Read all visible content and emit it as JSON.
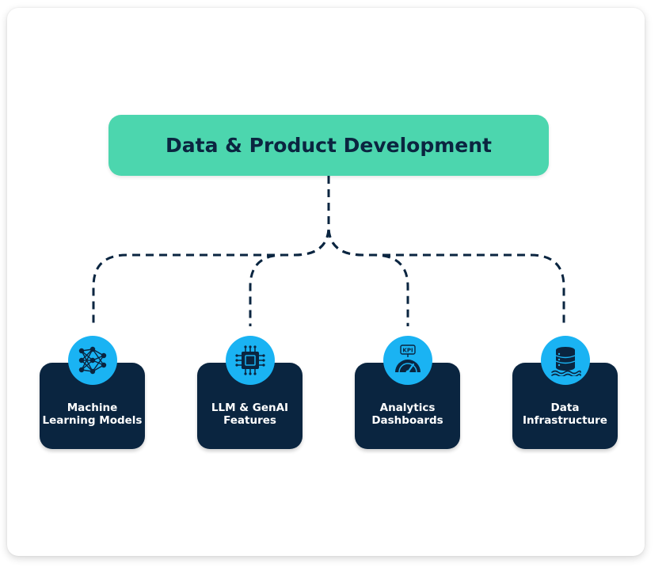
{
  "diagram": {
    "root": {
      "label": "Data & Product Development"
    },
    "children": [
      {
        "label": "Machine\nLearning Models",
        "icon": "neural-network-icon"
      },
      {
        "label": "LLM & GenAI\nFeatures",
        "icon": "microchip-icon"
      },
      {
        "label": "Analytics\nDashboards",
        "icon": "kpi-gauge-icon",
        "icon_text": "KPI"
      },
      {
        "label": "Data\nInfrastructure",
        "icon": "database-server-icon"
      }
    ]
  },
  "colors": {
    "root_fill": "#4cd6ae",
    "child_fill": "#0a2540",
    "icon_badge": "#1ab3f3",
    "connector": "#0a2540",
    "text_dark": "#0b2540"
  }
}
